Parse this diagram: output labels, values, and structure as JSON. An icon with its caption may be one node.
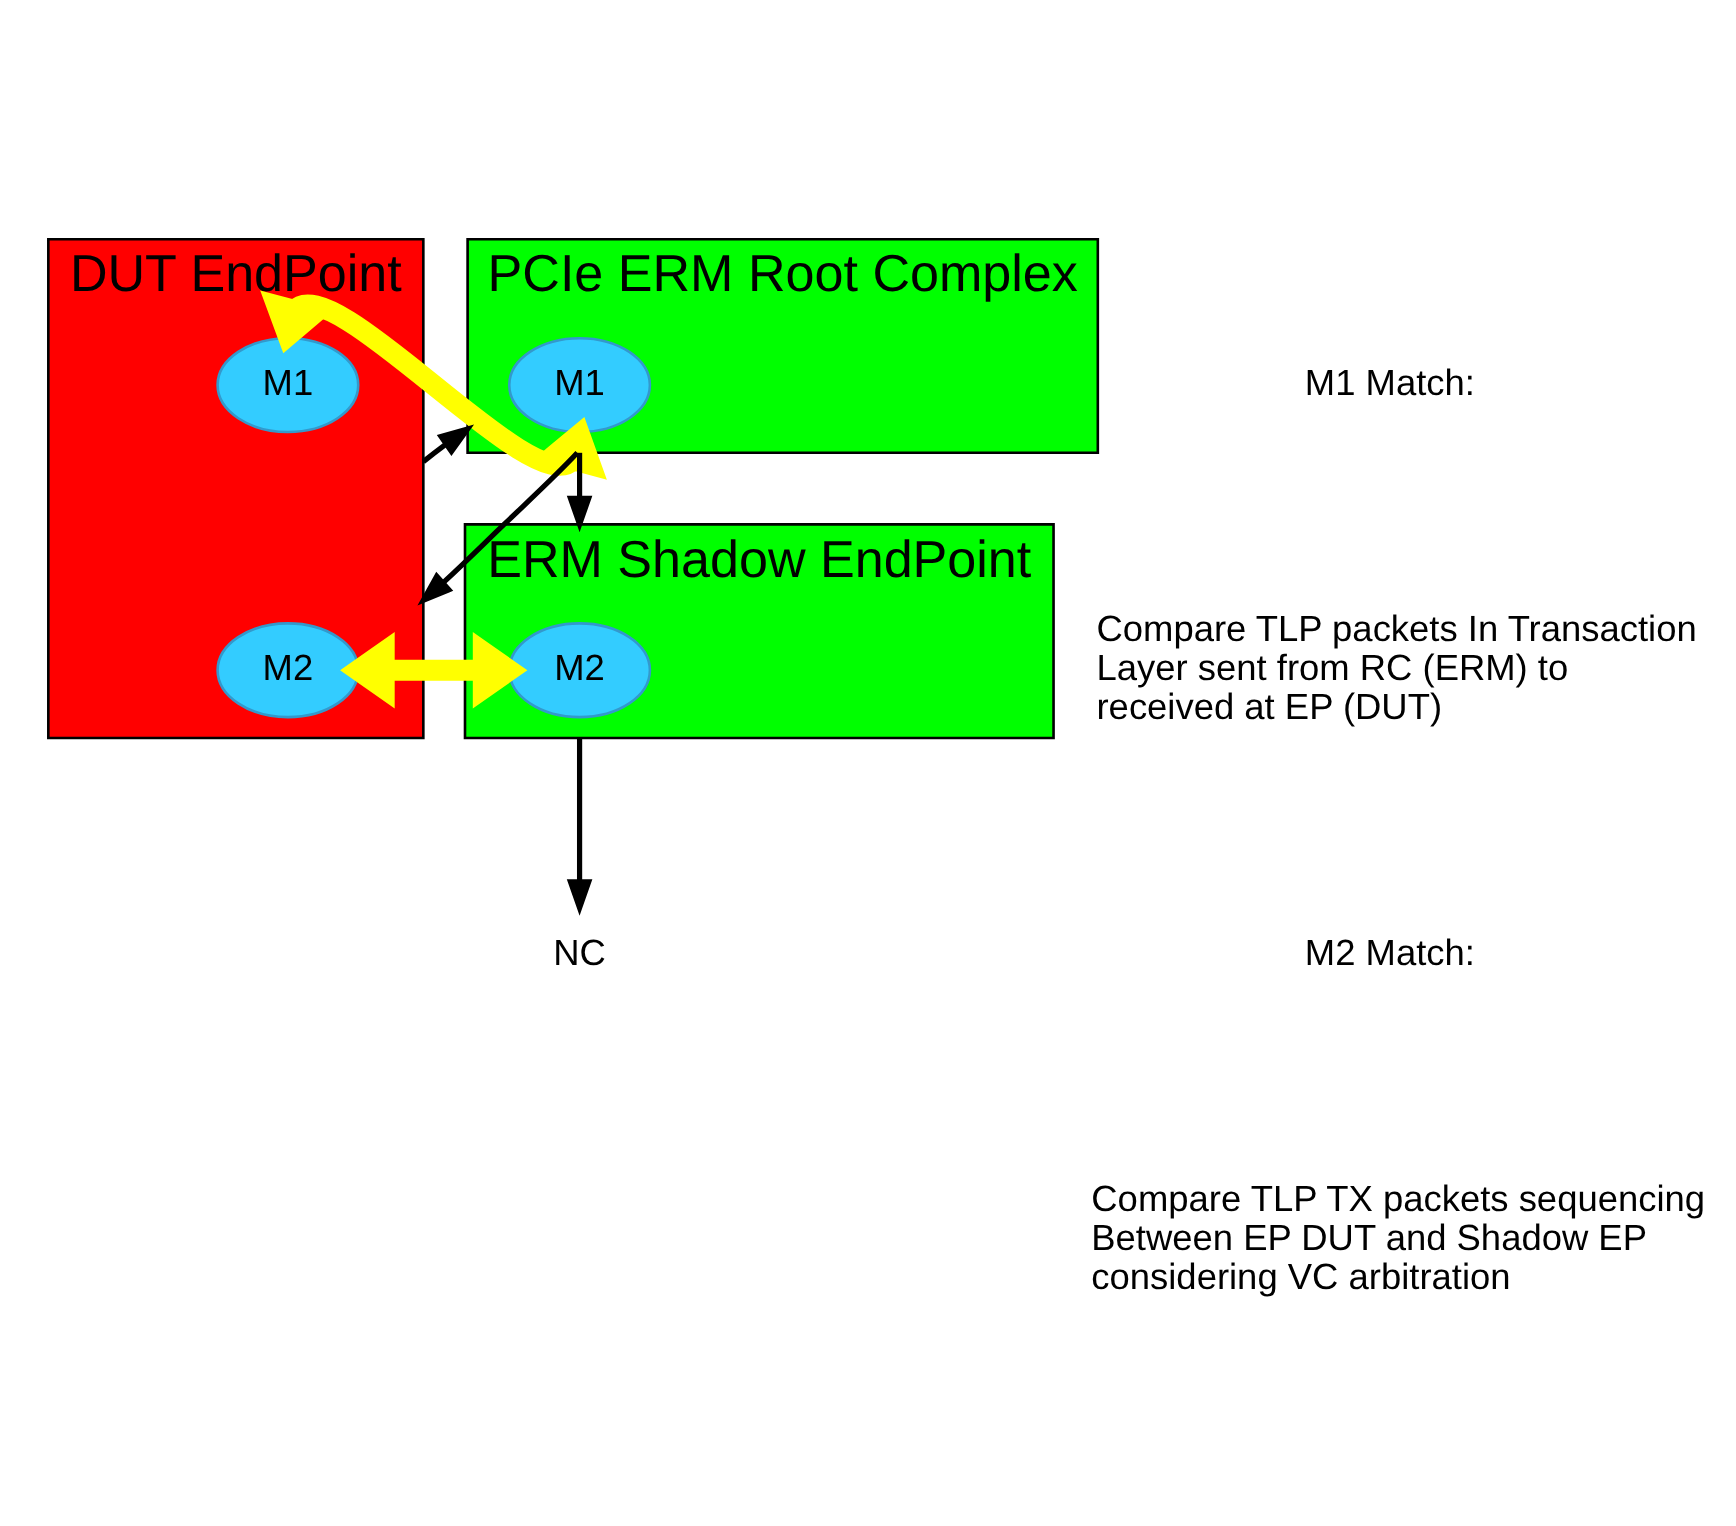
{
  "diagram": {
    "nodes": [
      {
        "text": [
          "PCIe ERM Root Complex"
        ]
      },
      {
        "text": [
          "M1"
        ],
        "in": 0
      },
      {
        "text": [
          "DUT EndPoint"
        ]
      },
      {
        "text": [
          "M1"
        ],
        "in": 2
      },
      {
        "text": [
          "M2"
        ],
        "in": 2
      },
      {
        "text": [
          "ERM Shadow EndPoint"
        ]
      },
      {
        "text": [
          "M2"
        ],
        "in": 5
      },
      {
        "text": [
          "NC"
        ]
      }
    ],
    "edges": [
      {
        "from": 0,
        "to": 2,
        "arrow": "to"
      },
      {
        "from": 0,
        "to": 5,
        "arrow": "to"
      },
      {
        "from": 2,
        "to": 0,
        "arrow": "to"
      },
      {
        "from": 1,
        "to": 3,
        "arrow": "both",
        "style": "thick",
        "color": "#ffff00"
      },
      {
        "from": 4,
        "to": 6,
        "arrow": "both",
        "style": "thick",
        "color": "#ffff00"
      },
      {
        "from": 5,
        "to": 7,
        "arrow": "to"
      }
    ],
    "labels": [
      "M1 Match:",
      "Compare TLP packets In Transaction Layer sent from RC (ERM) to received at EP (DUT)",
      "M2 Match:",
      "Compare TLP TX packets sequencing Between EP DUT and Shadow EP considering VC arbitration"
    ]
  }
}
